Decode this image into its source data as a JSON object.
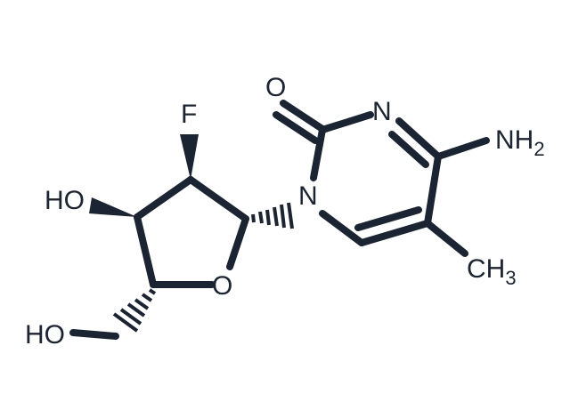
{
  "atoms": {
    "O_carbonyl": "O",
    "N3": "N",
    "NH2": "NH",
    "NH2_sub": "2",
    "N1": "N",
    "CH3": "CH",
    "CH3_sub": "3",
    "F": "F",
    "HO_3": "HO",
    "O_ring": "O",
    "HO_5": "HO"
  },
  "colors": {
    "ink": "#1b2433",
    "background": "#ffffff"
  }
}
